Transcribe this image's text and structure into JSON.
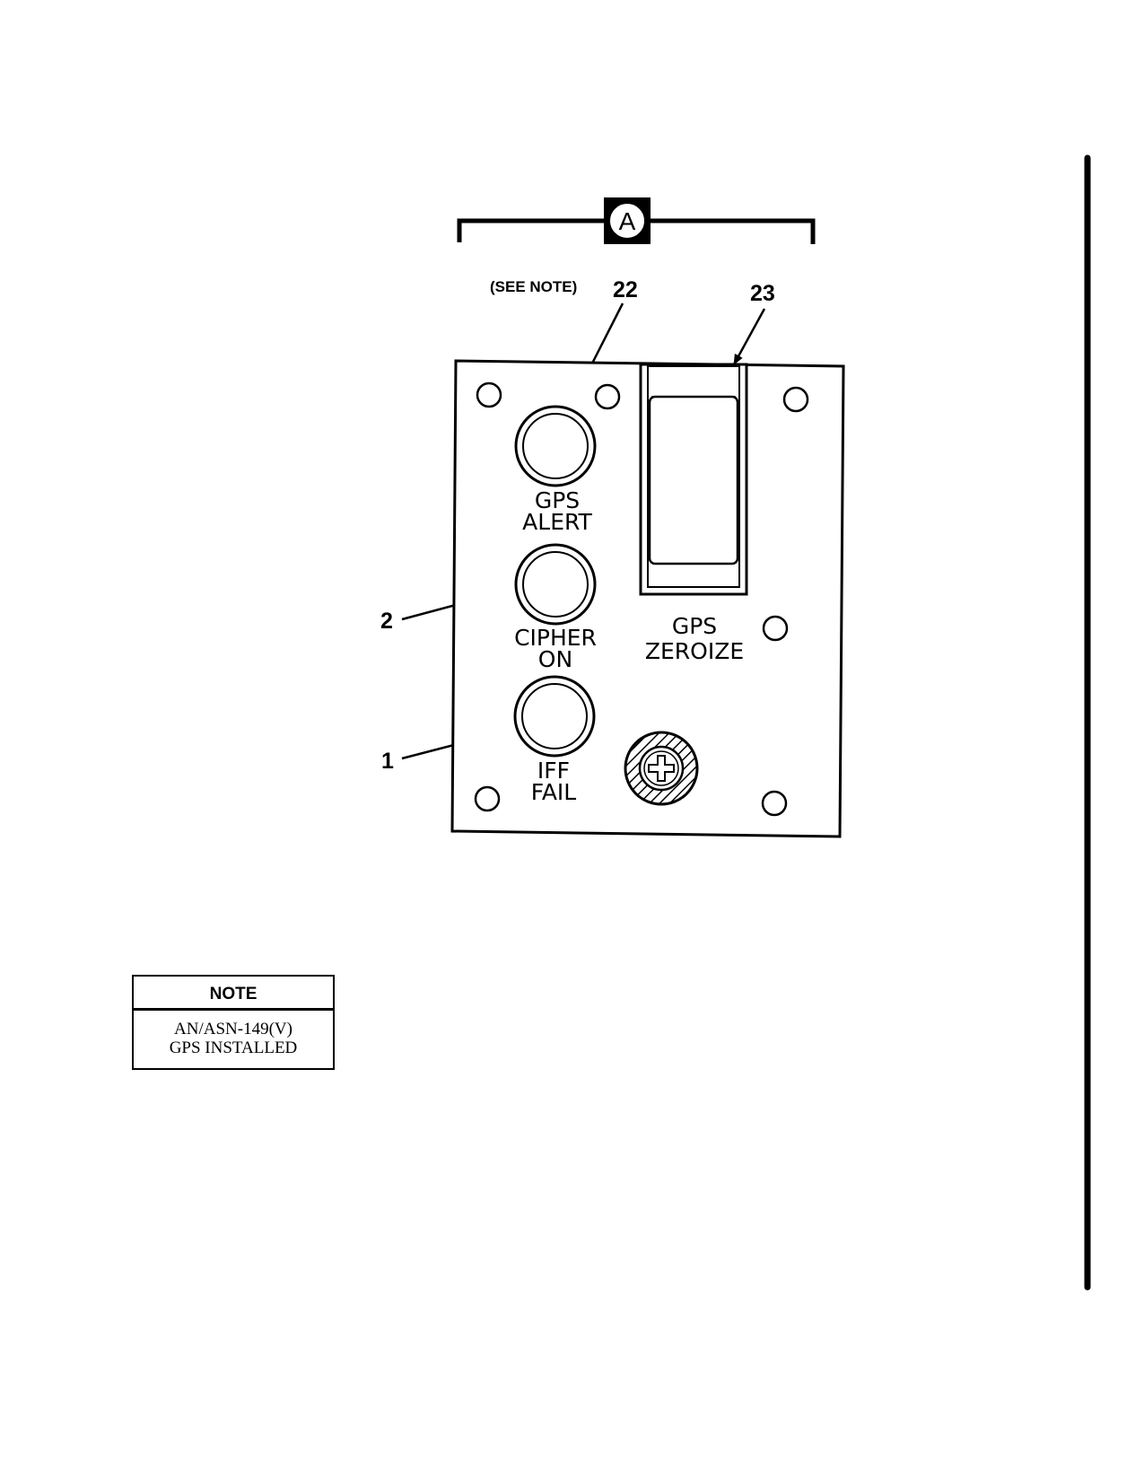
{
  "view_bracket": {
    "letter": "A"
  },
  "see_note": "(SEE NOTE)",
  "callouts": {
    "c22": "22",
    "c23": "23",
    "c2": "2",
    "c1": "1"
  },
  "panel": {
    "indicators": [
      {
        "line1": "GPS",
        "line2": "ALERT"
      },
      {
        "line1": "CIPHER",
        "line2": "ON"
      },
      {
        "line1": "IFF",
        "line2": "FAIL"
      }
    ],
    "switch": {
      "line1": "GPS",
      "line2": "ZEROIZE"
    }
  },
  "note": {
    "title": "NOTE",
    "line1": "AN/ASN-149(V)",
    "line2": "GPS INSTALLED"
  }
}
